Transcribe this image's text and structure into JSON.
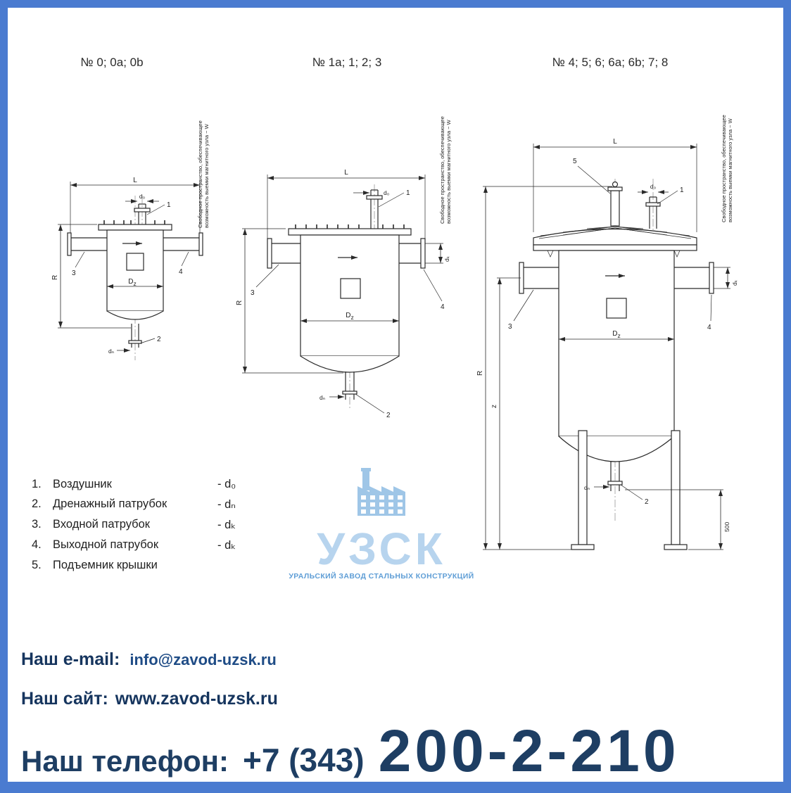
{
  "page": {
    "border_color": "#4a7bd0",
    "background": "#ffffff"
  },
  "drawings": {
    "titles": [
      "№ 0; 0a; 0b",
      "№ 1a; 1; 2; 3",
      "№ 4; 5; 6; 6a; 6b; 7; 8"
    ],
    "note_line1": "Свободное пространство, обеспечивающее",
    "note_line2": "возможность выемки магнитного узла ~ W",
    "dims": {
      "L": "L",
      "R": "R",
      "D": "D",
      "z_sub": "z",
      "d0": "d₀",
      "dn": "dₙ",
      "dk": "dₖ",
      "z": "z",
      "h500": "500"
    },
    "parts": {
      "n1": "1",
      "n2": "2",
      "n3": "3",
      "n4": "4",
      "n5": "5"
    }
  },
  "legend": {
    "items": [
      {
        "num": "1.",
        "label": "Воздушник",
        "value": "- d₀"
      },
      {
        "num": "2.",
        "label": "Дренажный патрубок",
        "value": "- dₙ"
      },
      {
        "num": "3.",
        "label": "Входной патрубок",
        "value": "- dₖ"
      },
      {
        "num": "4.",
        "label": "Выходной патрубок",
        "value": "- dₖ"
      },
      {
        "num": "5.",
        "label": "Подъемник крышки",
        "value": ""
      }
    ]
  },
  "watermark": {
    "name": "УЗСК",
    "tagline": "УРАЛЬСКИЙ ЗАВОД СТАЛЬНЫХ КОНСТРУКЦИЙ",
    "color": "#b7d4ee"
  },
  "contacts": {
    "email_label": "Наш e-mail:",
    "email_value": "info@zavod-uzsk.ru",
    "site_label": "Наш сайт:",
    "site_value": "www.zavod-uzsk.ru",
    "phone_label": "Наш телефон:",
    "phone_prefix": "+7 (343)",
    "phone_number": "200-2-210"
  }
}
